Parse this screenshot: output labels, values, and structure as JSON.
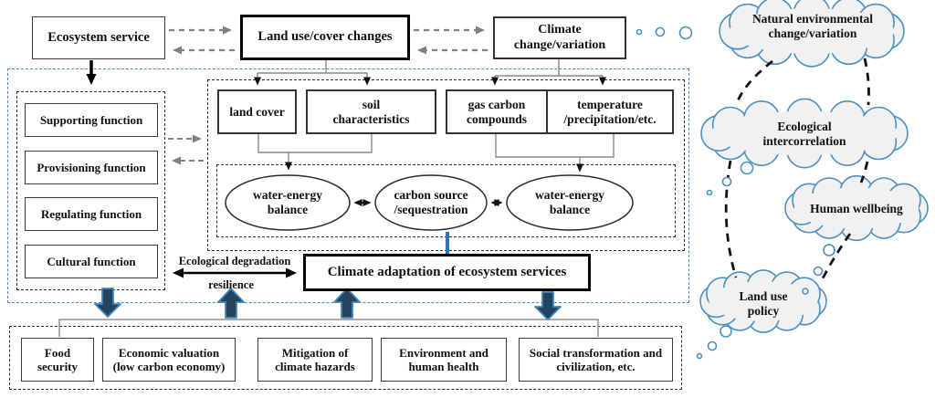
{
  "top_row": {
    "ecosystem_service": "Ecosystem service",
    "land_use_changes": "Land use/cover changes",
    "climate_change": "Climate\nchange/variation"
  },
  "ecosystem_functions": {
    "items": [
      "Supporting function",
      "Provisioning function",
      "Regulating function",
      "Cultural function"
    ]
  },
  "drivers": {
    "items": [
      "land cover",
      "soil\ncharacteristics",
      "gas carbon\ncompounds",
      "temperature\n/precipitation/etc."
    ]
  },
  "balances": {
    "items": [
      "water-energy\nbalance",
      "carbon source\n/sequestration",
      "water-energy\nbalance"
    ]
  },
  "adaptation": {
    "label": "Climate adaptation of ecosystem services"
  },
  "feedback": {
    "degradation": "Ecological degradation",
    "resilience": "resilience"
  },
  "outcomes": {
    "items": [
      "Food\nsecurity",
      "Economic valuation\n(low carbon economy)",
      "Mitigation of\nclimate hazards",
      "Environment and\nhuman health",
      "Social transformation and\ncivilization, etc."
    ]
  },
  "clouds": {
    "items": [
      "Natural environmental\nchange/variation",
      "Ecological\nintercorrelation",
      "Human wellbeing",
      "Land use\npolicy"
    ]
  },
  "colors": {
    "blue_dash": "#4b87c9",
    "cloud_stroke": "#4a90c2",
    "cloud_fill": "#f1f1f1",
    "block_arrow_fill": "#24445e",
    "block_arrow_stroke": "#4288bd",
    "gray_arrow": "#808080",
    "connector_gray": "#8a8a8a",
    "box_border_dark": "#000000"
  }
}
